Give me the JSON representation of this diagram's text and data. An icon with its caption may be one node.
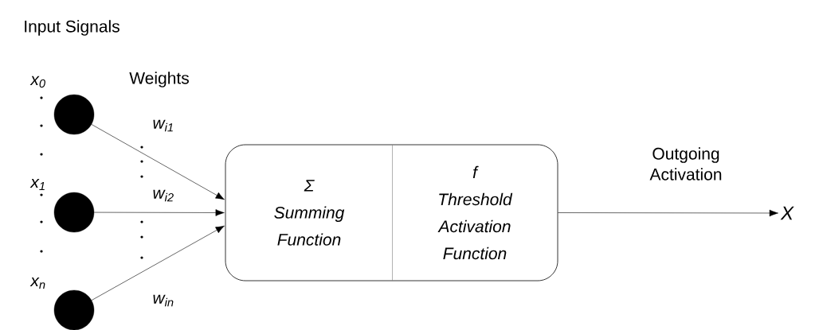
{
  "diagram": {
    "nodes": [
      {
        "text": [],
        "shape": "circle",
        "beside": [
          "x$_{0}$"
        ]
      },
      {
        "text": [],
        "shape": "circle",
        "beside": [
          "x$_{1}$"
        ]
      },
      {
        "text": [],
        "shape": "circle",
        "beside": [
          "x$_{n}$"
        ]
      },
      {
        "text": [],
        "shape": "box"
      },
      {
        "text": [
          "Σ",
          "Summing Function"
        ],
        "in": 3
      },
      {
        "text": [
          "f",
          "Threshold Activation Function"
        ],
        "in": 3
      },
      {
        "text": [
          "X"
        ]
      }
    ],
    "edges": [
      {
        "from": 0,
        "to": 3,
        "arrow": "to",
        "label": "w$_{i1}$"
      },
      {
        "from": 1,
        "to": 3,
        "arrow": "to",
        "label": "w$_{i2}$"
      },
      {
        "from": 2,
        "to": 3,
        "arrow": "to",
        "label": "w$_{in}$"
      },
      {
        "from": 3,
        "to": 6,
        "arrow": "to",
        "label": "Outgoing Activation"
      }
    ],
    "labels": [
      "Input Signals",
      "Weights"
    ]
  }
}
